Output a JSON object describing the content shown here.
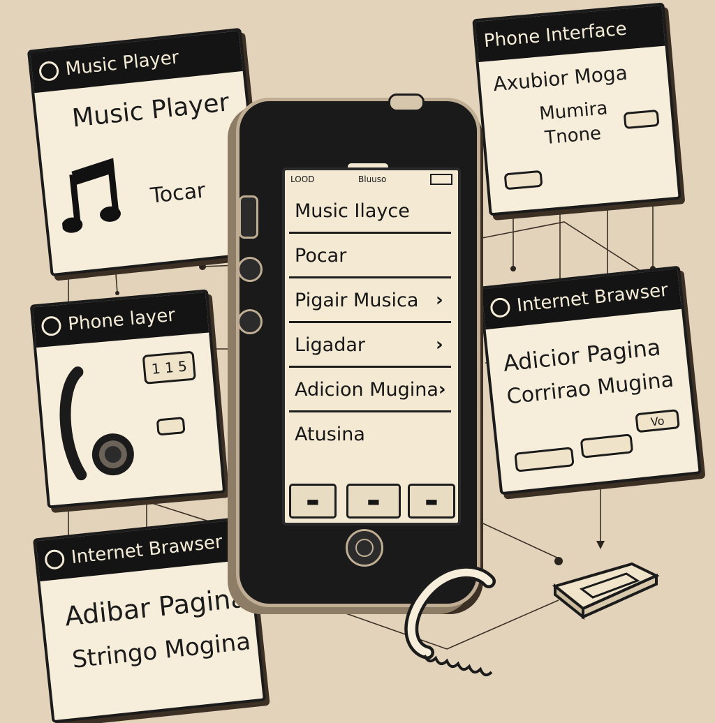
{
  "panels": {
    "music_top": {
      "header": "Music Player",
      "title": "Music Player",
      "action": "Tocar"
    },
    "phone_right": {
      "header": "Phone Interface",
      "line1": "Axubior Moga",
      "line2": "Mumira",
      "line3": "Tnone"
    },
    "phone_left": {
      "header": "Phone layer",
      "display": "1 1 5"
    },
    "internet_right": {
      "header": "Internet Brawser",
      "line1": "Adicior Pagina",
      "line2": "Corrirao Mugina",
      "button": "Vo"
    },
    "internet_left": {
      "header": "Internet Brawser",
      "line1": "Adibar Pagina",
      "line2": "Stringo Mogina"
    }
  },
  "phone": {
    "status_left": "LOOD",
    "status_center": "Bluuso",
    "title": "Music Ilayce",
    "menu": [
      {
        "label": "Pocar",
        "chevron": ""
      },
      {
        "label": "Pigair Musica",
        "chevron": "›"
      },
      {
        "label": "Ligadar",
        "chevron": "›"
      },
      {
        "label": "Adicion Mugina",
        "chevron": "›"
      },
      {
        "label": "Atusina",
        "chevron": ""
      }
    ]
  },
  "icons": [
    "music-note-icon",
    "telephone-handset-icon",
    "home-button-icon",
    "usb-device-icon",
    "chevron-right-icon"
  ]
}
